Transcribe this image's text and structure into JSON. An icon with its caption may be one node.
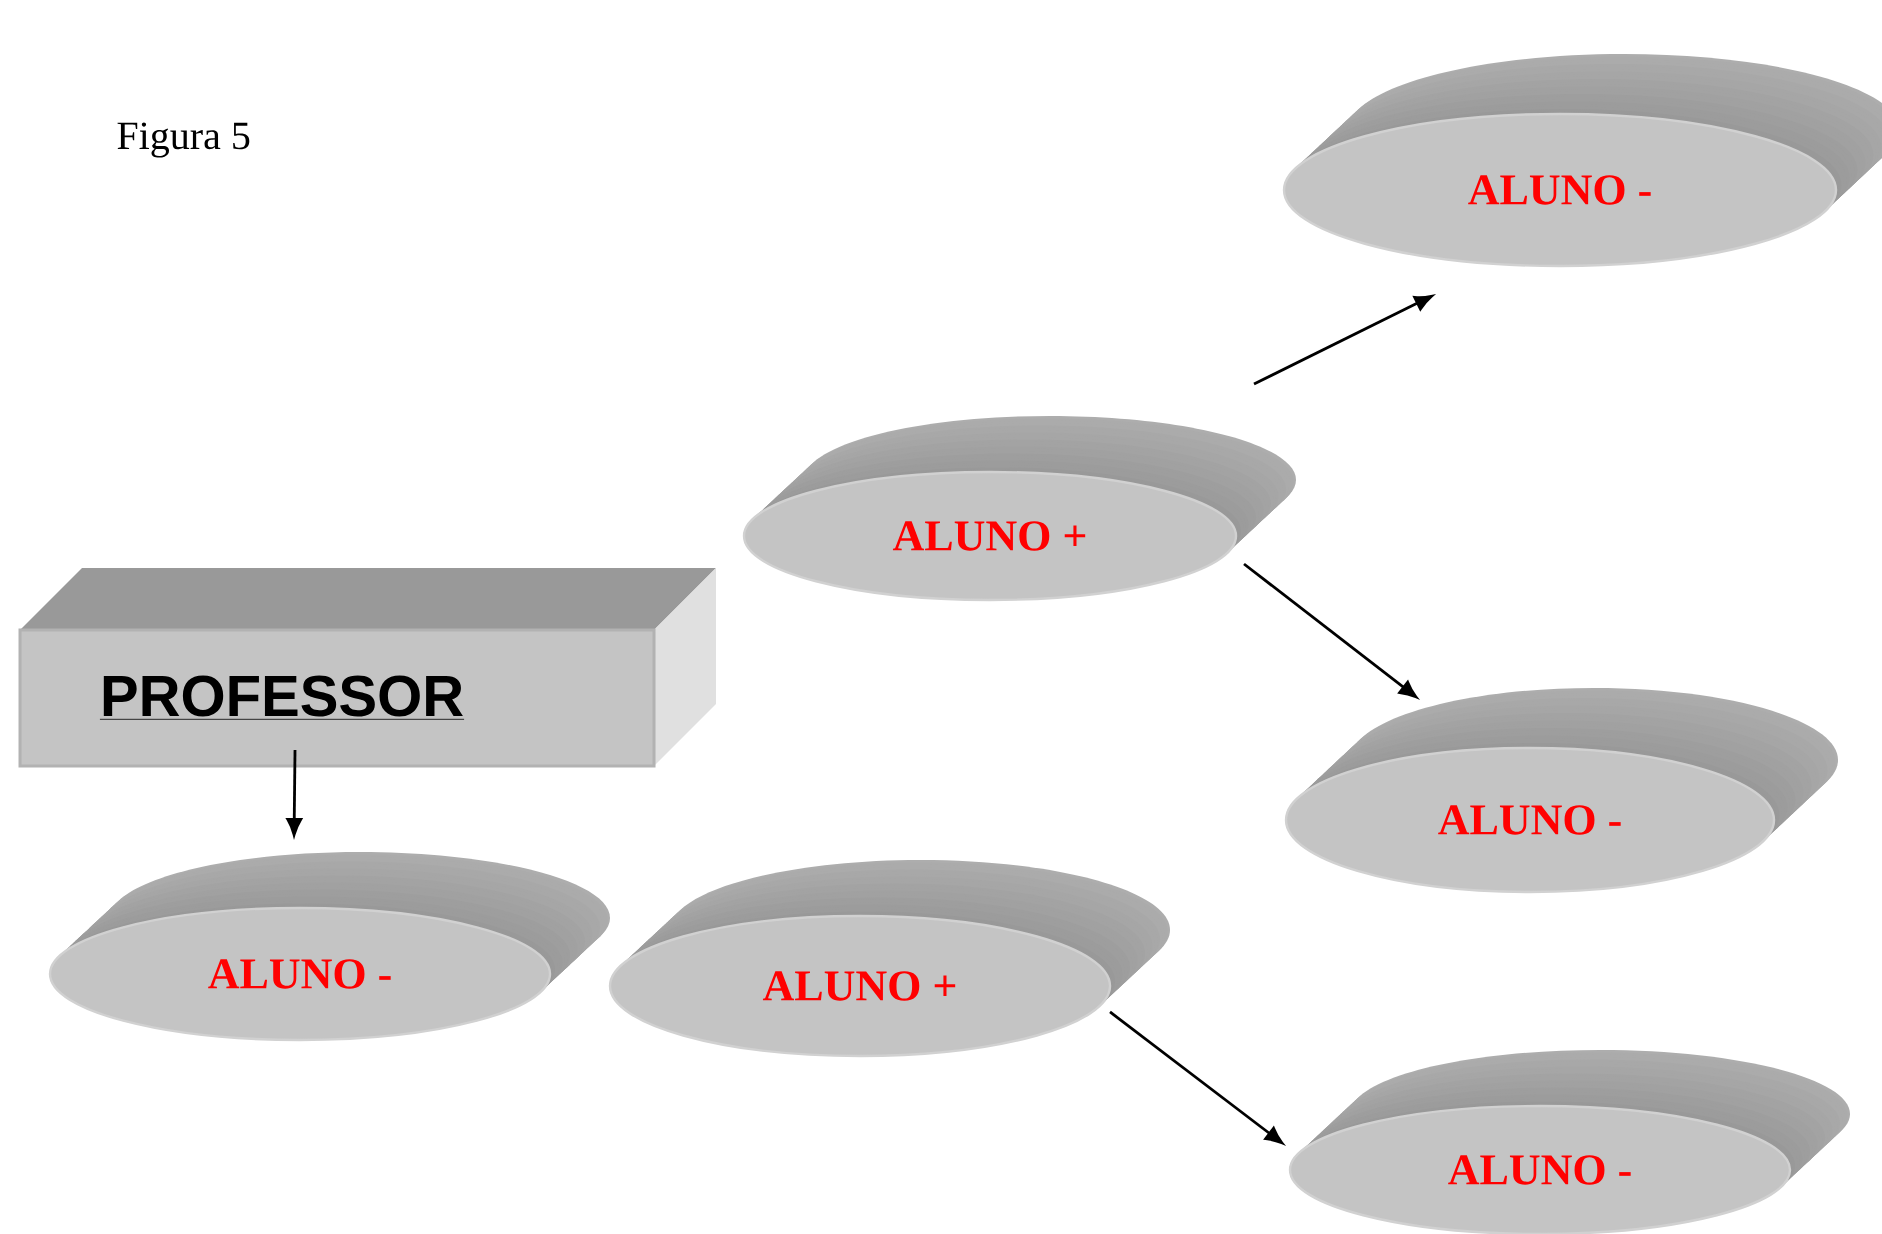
{
  "diagram": {
    "nodes": [
      {
        "text": [
          "ALUNO -"
        ]
      },
      {
        "text": [
          "ALUNO +"
        ]
      },
      {
        "text": [
          "PROFESSOR"
        ]
      },
      {
        "text": [
          "ALUNO -"
        ]
      },
      {
        "text": [
          "ALUNO -"
        ]
      },
      {
        "text": [
          "ALUNO +"
        ]
      },
      {
        "text": [
          "ALUNO -"
        ]
      }
    ],
    "edges": [
      {
        "from": 2,
        "to": 4,
        "arrow": "to"
      },
      {
        "from": 1,
        "to": 0,
        "arrow": "to"
      },
      {
        "from": 1,
        "to": 3,
        "arrow": "to"
      },
      {
        "from": 5,
        "to": 6,
        "arrow": "to"
      }
    ],
    "labels": [
      "Figura 5"
    ]
  }
}
